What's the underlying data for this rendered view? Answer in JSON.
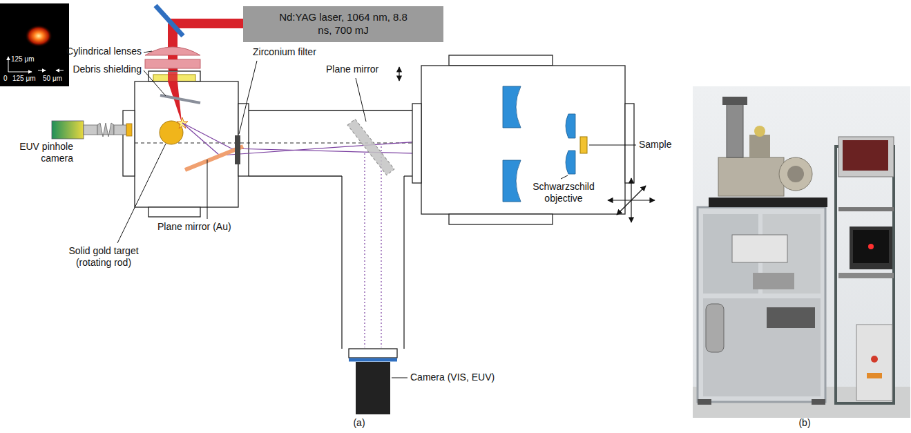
{
  "diagram": {
    "nodes": [
      {
        "text": [
          "Nd:YAG laser, 1064 nm, 8.8 ns, 700 mJ"
        ]
      }
    ],
    "labels": [
      "Cylindrical lenses",
      "Debris shielding",
      "Zirconium filter",
      "Plane mirror",
      "EUV pinhole camera",
      "Solid gold target (rotating rod)",
      "Plane mirror (Au)",
      "Camera (VIS, EUV)",
      "Schwarzschild objective",
      "Sample",
      "(a)",
      "(b)",
      "125 μm",
      "0",
      "125 μm",
      "50 μm"
    ]
  }
}
